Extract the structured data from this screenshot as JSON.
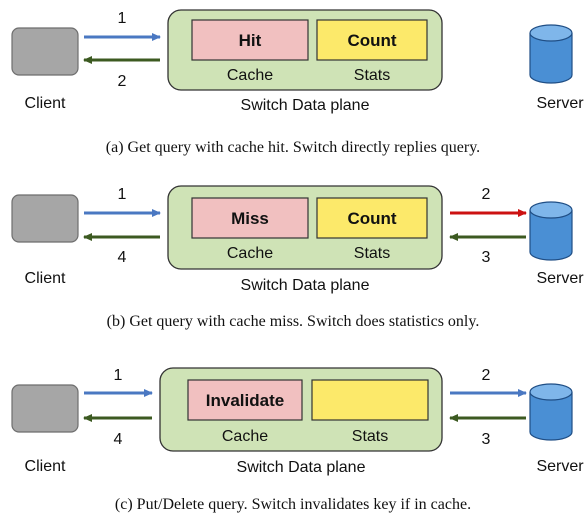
{
  "colors": {
    "switch_fill": "#cfe3b6",
    "cache_fill": "#f1c0c0",
    "stats_fill": "#fce96a",
    "client_fill": "#a6a6a6",
    "server_fill": "#4a8fd4",
    "blue_arrow": "#4a78c2",
    "green_arrow": "#3c5a21",
    "red_arrow": "#cc1111",
    "hit_text": "#4c7a2a",
    "miss_text": "#cc1111",
    "invalidate_text": "#5b86c9"
  },
  "panels": [
    {
      "client_label": "Client",
      "server_label": "Server",
      "switch_label": "Switch Data plane",
      "cache_label": "Cache",
      "stats_label": "Stats",
      "cache_text": "Hit",
      "stats_text": "Count",
      "arrow_labels": {
        "client_in": "1",
        "client_out": "2",
        "server_out": "",
        "server_in": ""
      },
      "caption": "(a)  Get query with cache hit. Switch directly replies query."
    },
    {
      "client_label": "Client",
      "server_label": "Server",
      "switch_label": "Switch Data plane",
      "cache_label": "Cache",
      "stats_label": "Stats",
      "cache_text": "Miss",
      "stats_text": "Count",
      "arrow_labels": {
        "client_in": "1",
        "client_out": "4",
        "server_out": "2",
        "server_in": "3"
      },
      "caption": "(b)  Get query with cache miss. Switch does statistics only."
    },
    {
      "client_label": "Client",
      "server_label": "Server",
      "switch_label": "Switch Data plane",
      "cache_label": "Cache",
      "stats_label": "Stats",
      "cache_text": "Invalidate",
      "stats_text": "",
      "arrow_labels": {
        "client_in": "1",
        "client_out": "4",
        "server_out": "2",
        "server_in": "3"
      },
      "caption": "(c)  Put/Delete query. Switch invalidates key if in cache."
    }
  ]
}
